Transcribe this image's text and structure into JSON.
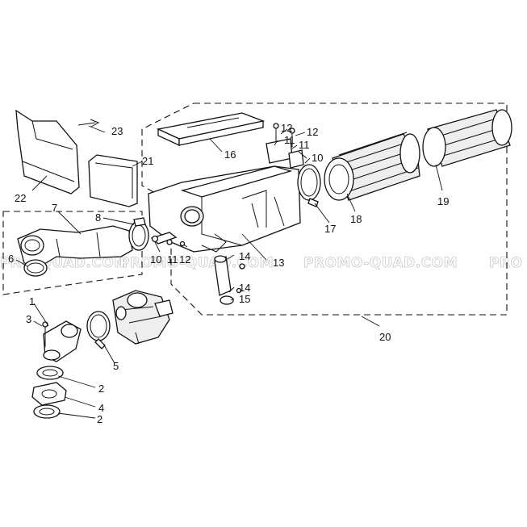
{
  "watermark": {
    "text_left": "PRO-QUAD.COM",
    "text_center": "PROMO-QUAD.COM",
    "text_right": "PROMO-QUAD.COM",
    "text_edge": "PRO"
  },
  "callouts": {
    "c1": "1",
    "c2a": "2",
    "c2b": "2",
    "c3": "3",
    "c4": "4",
    "c5": "5",
    "c6": "6",
    "c7": "7",
    "c8": "8",
    "c10a": "10",
    "c10b": "10",
    "c11a": "11",
    "c11b": "11",
    "c11c": "11",
    "c12a": "12",
    "c12b": "12",
    "c12c": "12",
    "c13": "13",
    "c14a": "14",
    "c14b": "14",
    "c15": "15",
    "c16": "16",
    "c17": "17",
    "c18": "18",
    "c19": "19",
    "c20": "20",
    "c21": "21",
    "c22": "22",
    "c23": "23"
  }
}
